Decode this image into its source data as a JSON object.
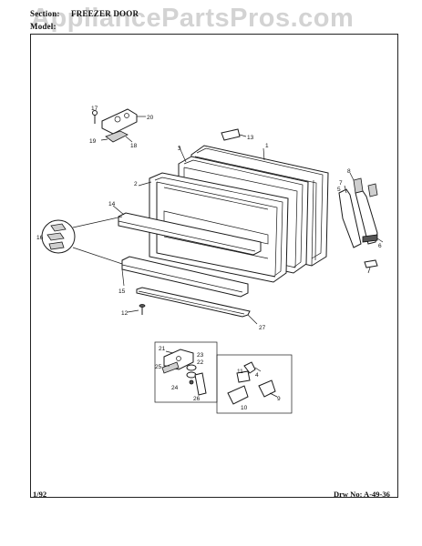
{
  "header": {
    "section_label": "Section:",
    "section_value": "FREEZER DOOR",
    "model_label": "Model:"
  },
  "watermark": "AppliancePartsPros.com",
  "footer": {
    "date": "1/92",
    "drawing_number": "Drw No: A-49-36"
  },
  "callouts": [
    "1",
    "2",
    "3",
    "4",
    "5",
    "6",
    "7",
    "8",
    "9",
    "10",
    "11",
    "12",
    "13",
    "14",
    "15",
    "16",
    "17",
    "18",
    "19",
    "20",
    "21",
    "22",
    "23",
    "24",
    "25",
    "26",
    "27"
  ]
}
